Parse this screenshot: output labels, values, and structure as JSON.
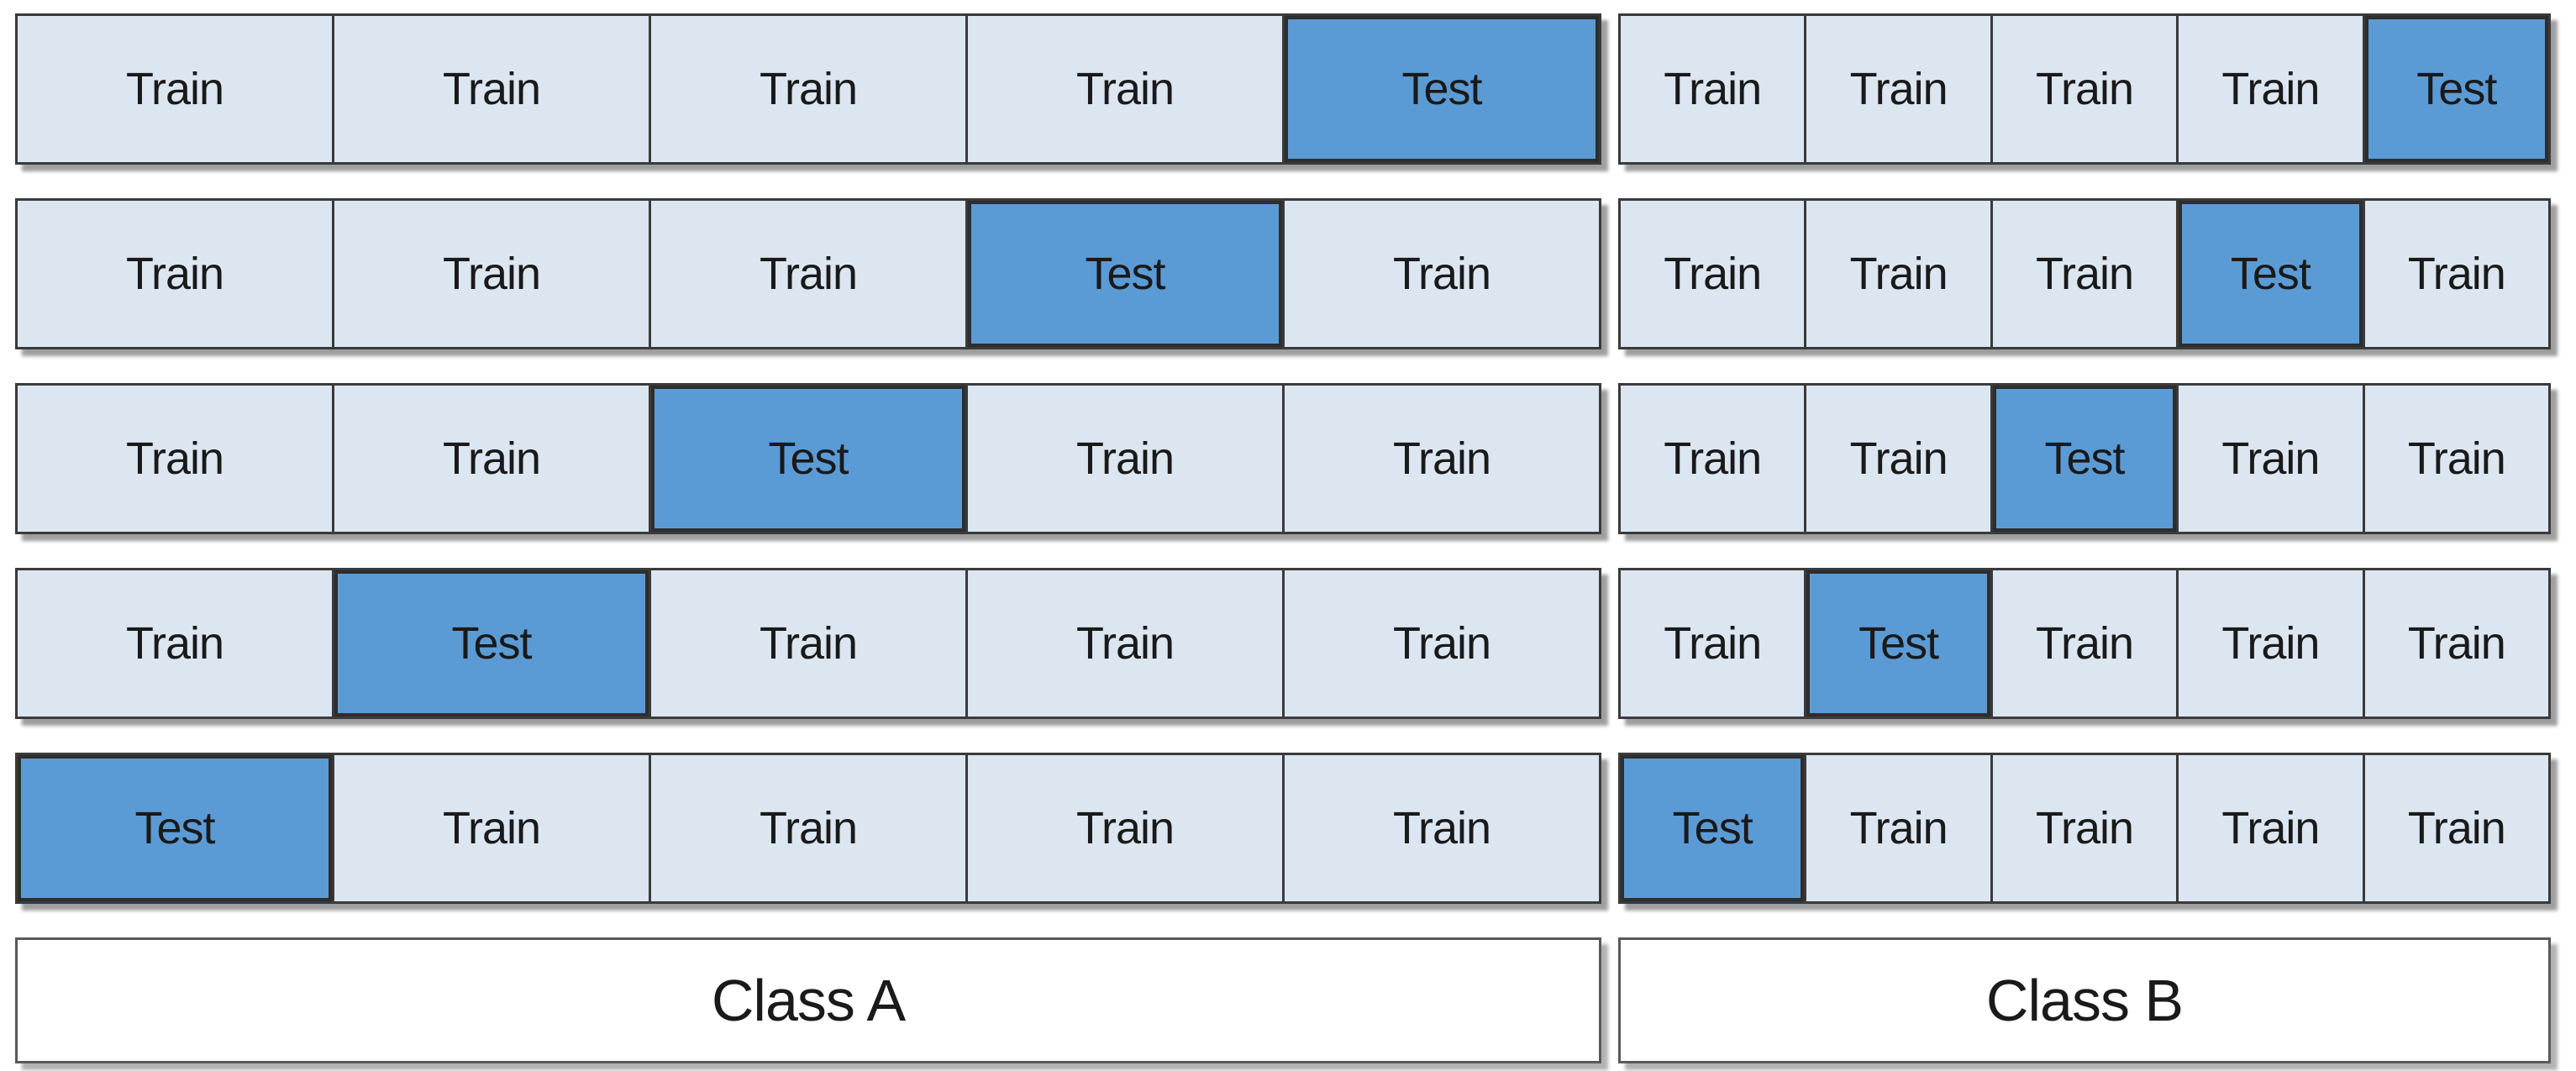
{
  "labels": {
    "train": "Train",
    "test": "Test"
  },
  "colors": {
    "train_fill": "#dce6f1",
    "test_fill": "#5b9bd5",
    "cell_border": "#3a3a3a",
    "label_box_border": "#595959",
    "text": "#1a1a1a",
    "background": "#ffffff"
  },
  "classes": [
    {
      "name": "Class A",
      "rows": [
        [
          "Train",
          "Train",
          "Train",
          "Train",
          "Test"
        ],
        [
          "Train",
          "Train",
          "Train",
          "Test",
          "Train"
        ],
        [
          "Train",
          "Train",
          "Test",
          "Train",
          "Train"
        ],
        [
          "Train",
          "Test",
          "Train",
          "Train",
          "Train"
        ],
        [
          "Test",
          "Train",
          "Train",
          "Train",
          "Train"
        ]
      ]
    },
    {
      "name": "Class B",
      "rows": [
        [
          "Train",
          "Train",
          "Train",
          "Train",
          "Test"
        ],
        [
          "Train",
          "Train",
          "Train",
          "Test",
          "Train"
        ],
        [
          "Train",
          "Train",
          "Test",
          "Train",
          "Train"
        ],
        [
          "Train",
          "Test",
          "Train",
          "Train",
          "Train"
        ],
        [
          "Test",
          "Train",
          "Train",
          "Train",
          "Train"
        ]
      ]
    }
  ]
}
